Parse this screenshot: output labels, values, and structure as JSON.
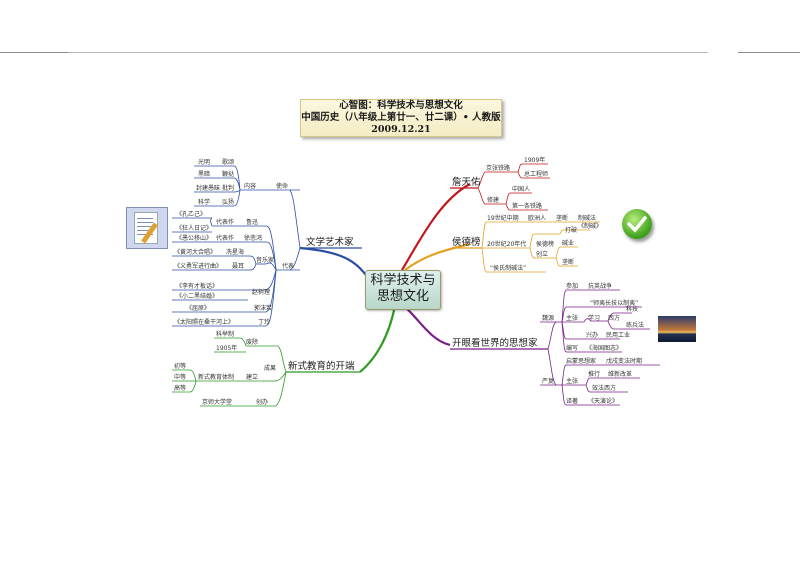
{
  "title": {
    "line1": "心智图：科学技术与思想文化",
    "line2": "中国历史（八年级上第廿一、廿二课）• 人教版",
    "line3": "2009.12.21"
  },
  "center": {
    "line1": "科学技术与",
    "line2": "思想文化"
  },
  "branches": {
    "zhan": {
      "title": "詹天佑",
      "jingzhang": "京张铁路",
      "y1909": "1909年",
      "engineer": "总工程师",
      "xiujian": "修建",
      "zhongguoren": "中国人",
      "diyitiao": "第一条铁路"
    },
    "hou": {
      "title": "侯德榜",
      "c19": "19世纪中期",
      "ouzhouren": "欧洲人",
      "longduan": "垄断",
      "zhijianfa": "制碱法",
      "y2030": "20世纪20年代",
      "hou_name": "侯德榜",
      "tupo": "打破",
      "zhijian2": "《制碱》",
      "chuangli": "创立",
      "jianye": "碱业",
      "longduan2": "垄断",
      "houshi": "“侯氏制碱法”"
    },
    "kaiyan": {
      "title": "开眼看世界的思想家",
      "weiyuan": "魏源",
      "canjia": "参加",
      "yapian": "抗英战争",
      "shiyi": "“师夷长技以制夷”",
      "zhuzhang": "主张",
      "xuexi": "学习",
      "xifang": "西方",
      "keji": "科技",
      "lianbing": "练兵法",
      "xingban": "兴办",
      "minyong": "民用工业",
      "bianxie": "编写",
      "haiguo": "《海国图志》",
      "yanfu": "严复",
      "qimeng": "启蒙思想家",
      "wuxu": "戊戌变法时期",
      "zhuzhang2": "主张",
      "tuixing": "推行",
      "weixin": "维新改革",
      "xiaofa": "效法西方",
      "yizhe": "译著",
      "tianyan": "《天演论》"
    },
    "xinshi": {
      "title": "新式教育的开端",
      "keju": "科举制",
      "feichu": "废除",
      "y1905": "1905年",
      "chengli": "成果",
      "chudeng": "初等",
      "zhongdeng": "中等",
      "gaodeng": "高等",
      "xinshi_tizhi": "新式教育体制",
      "jianli": "建立",
      "jingshi": "京师大学堂",
      "chuangban": "创办"
    },
    "wenxue": {
      "title": "文学艺术家",
      "guangming": "光明",
      "gesong": "歌颂",
      "heian": "黑暗",
      "bianta": "鞭挞",
      "fengjian": "封建愚昧",
      "pipan": "批判",
      "kexue": "科学",
      "huhuan": "弘扬",
      "neirong": "内容",
      "shiming": "使命",
      "kongyiji": "《孔乙己》",
      "daibiaozuo": "代表作",
      "luxun": "鲁迅",
      "kuangren": "《狂人日记》",
      "yugong": "《愚公移山》",
      "daibiaozuo2": "代表作",
      "xubeihong": "徐悲鸿",
      "huanghe": "《黄河大合唱》",
      "xianxinghai": "冼星海",
      "yinyuejia": "音乐家",
      "yiyongjun": "《义勇军进行曲》",
      "nie": "聂耳",
      "lijiacun": "《李有才板话》",
      "zhaoshuli": "赵树理",
      "xiaoerhei": "《小二黑结婚》",
      "qiyuan": "《屈原》",
      "guomoruo": "郭沫若",
      "taiyang": "《太阳照在桑干河上》",
      "dingling": "丁玲",
      "daibiao": "代表"
    }
  }
}
